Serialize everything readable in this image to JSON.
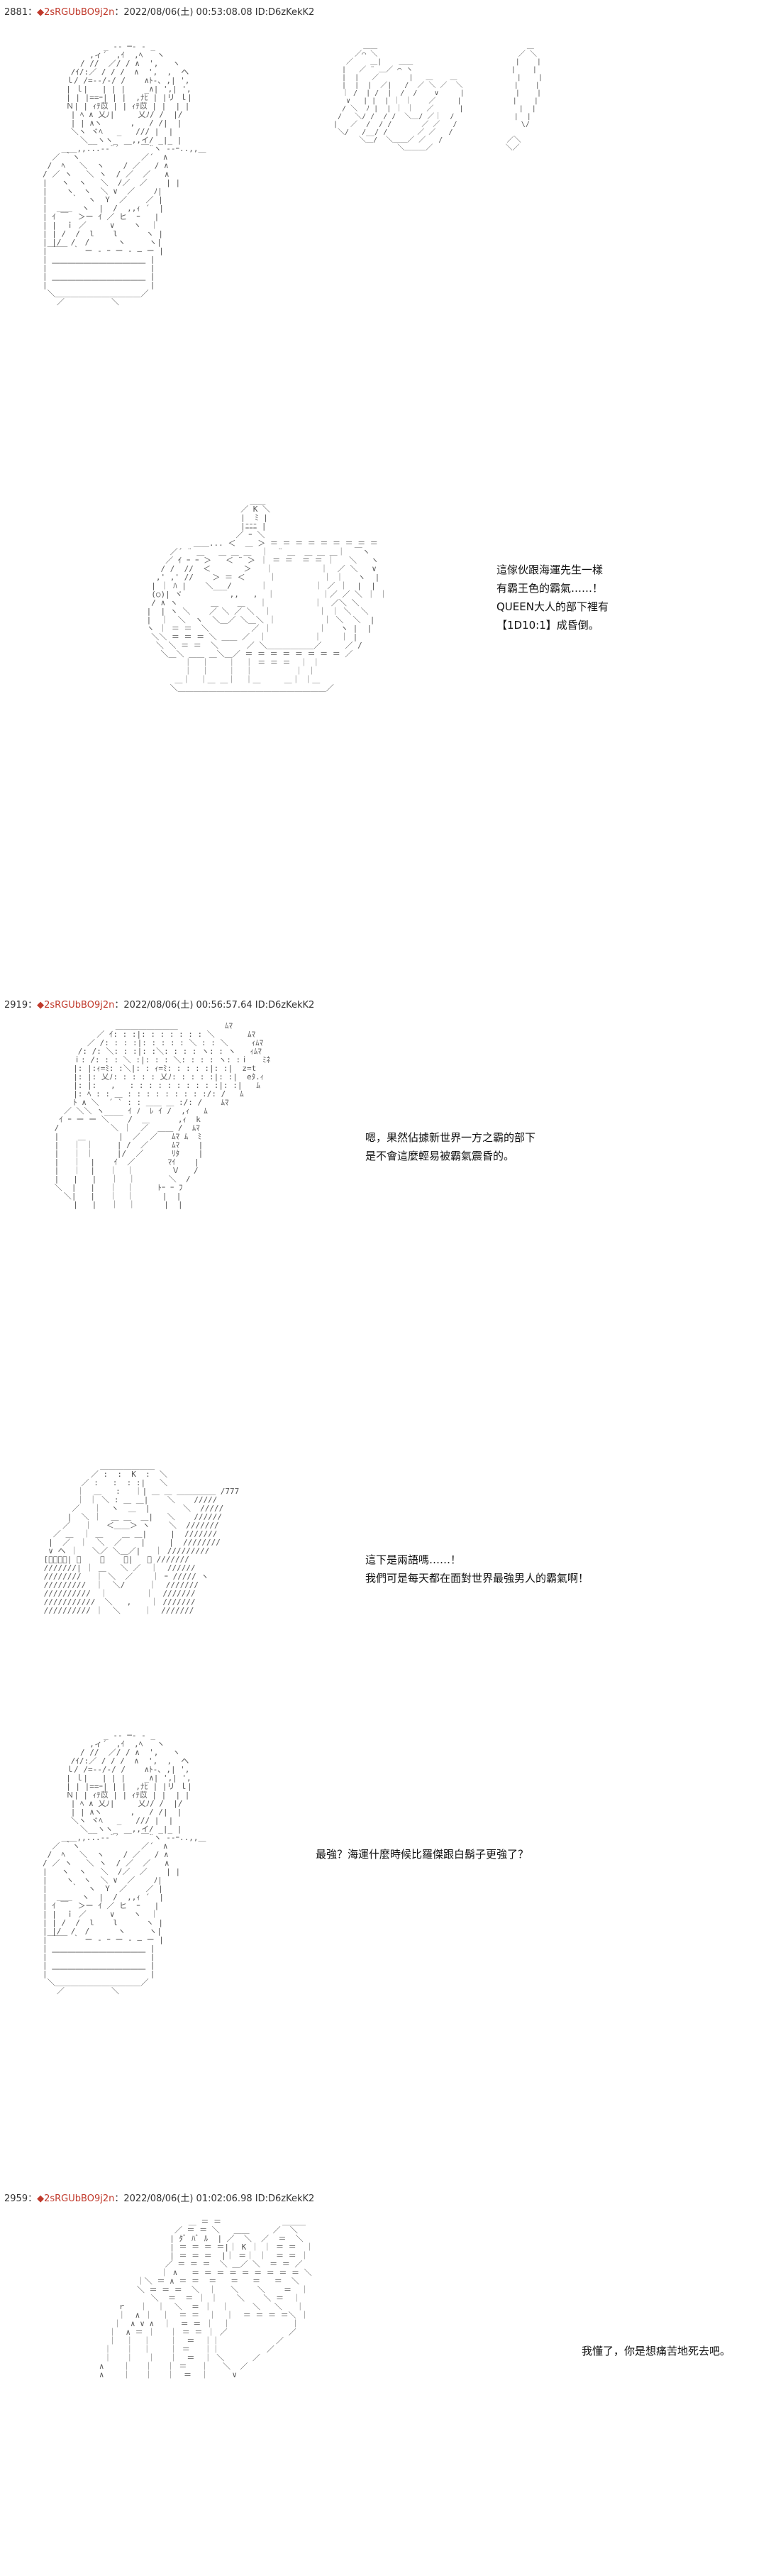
{
  "posts": [
    {
      "number": "2881",
      "sep": "：",
      "trip": "◆2sRGUbBO9j2n",
      "meta": "：2022/08/06(土) 00:53:08.08 ID:D6zKekK2",
      "panels": [
        {
          "lines": []
        },
        {
          "lines": [
            "這傢伙跟海運先生一樣",
            "有霸王色的霸氣……！",
            "",
            "",
            "QUEEN大人的部下裡有",
            "【1D10:1】成昏倒。"
          ]
        }
      ]
    },
    {
      "number": "2919",
      "sep": "：",
      "trip": "◆2sRGUbBO9j2n",
      "meta": "：2022/08/06(土) 00:56:57.64 ID:D6zKekK2",
      "panels": [
        {
          "lines": [
            "嗯，果然佔據新世界一方之霸的部下",
            "是不會這麼輕易被霸氣震昏的。"
          ]
        },
        {
          "lines": [
            "這下是兩語嗎……！",
            "我們可是每天都在面對世界最強男人的霸氣啊！"
          ]
        },
        {
          "lines": [
            "最強？海運什麼時候比羅傑跟白鬍子更強了？"
          ]
        }
      ]
    },
    {
      "number": "2959",
      "sep": "：",
      "trip": "◆2sRGUbBO9j2n",
      "meta": "：2022/08/06(土) 01:02:06.98 ID:D6zKekK2",
      "panels": [
        {
          "lines": [
            "我懂了，你是想痛苦地死去吧。"
          ]
        }
      ]
    }
  ]
}
